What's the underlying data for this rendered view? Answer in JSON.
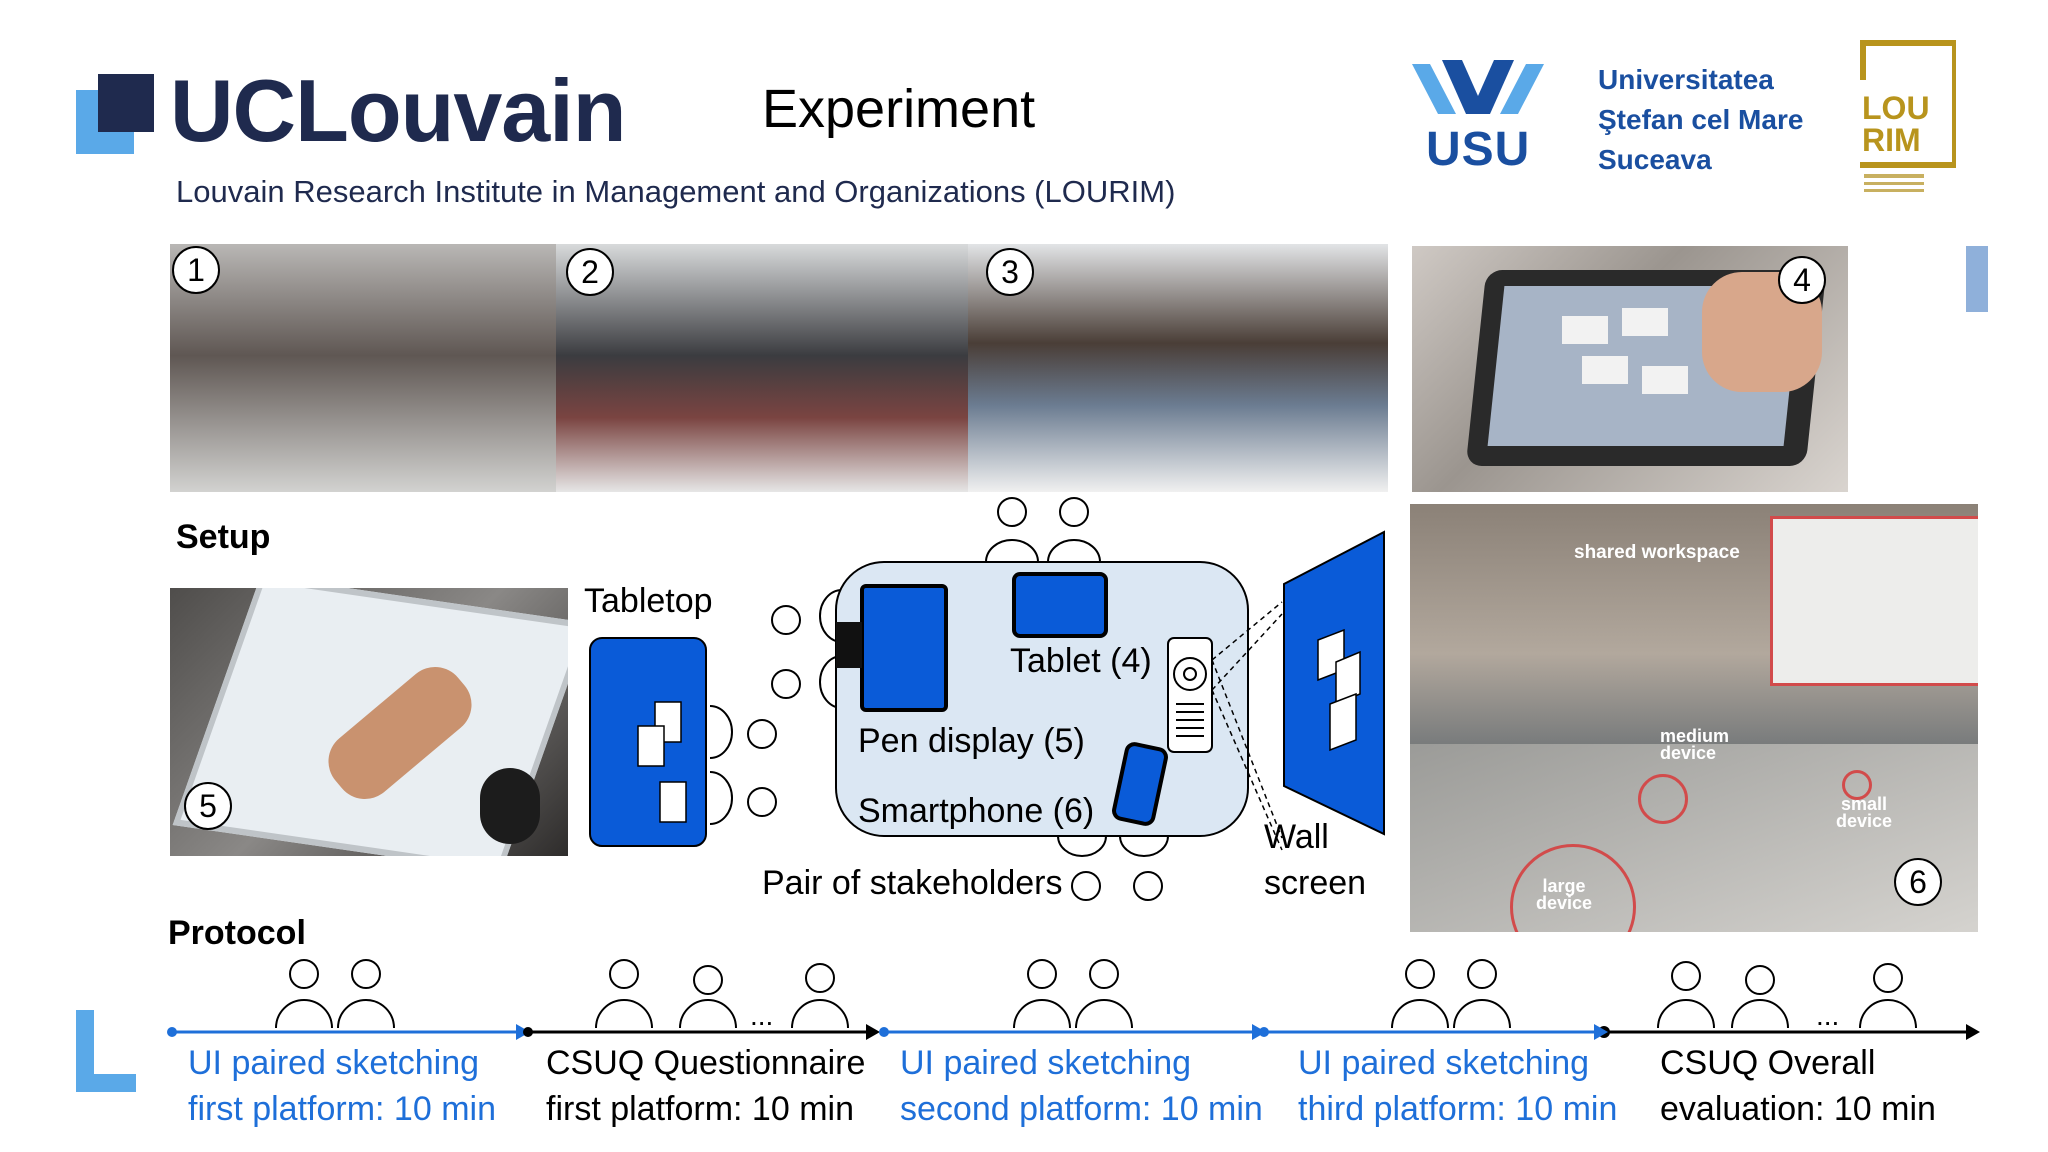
{
  "header": {
    "brand": "UCLouvain",
    "title": "Experiment",
    "subtitle": "Louvain Research Institute in Management and Organizations (LOURIM)",
    "usv_mark": "USU",
    "usv_lines": [
      "Universitatea",
      "Ştefan cel Mare",
      "Suceava"
    ],
    "lourim_lines": [
      "LOU",
      "RIM"
    ]
  },
  "photos": {
    "badges": [
      "1",
      "2",
      "3",
      "4",
      "5",
      "6"
    ],
    "photo6_labels": {
      "shared": "shared workspace",
      "medium_1": "medium",
      "medium_2": "device",
      "small_1": "small",
      "small_2": "device",
      "large_1": "large",
      "large_2": "device"
    }
  },
  "setup": {
    "heading": "Setup",
    "tabletop": "Tabletop",
    "tablet": "Tablet (4)",
    "pen_display": "Pen display (5)",
    "smartphone": "Smartphone (6)",
    "pair": "Pair of stakeholders",
    "wall_1": "Wall",
    "wall_2": "screen"
  },
  "protocol": {
    "heading": "Protocol",
    "steps": [
      {
        "line1": "UI paired sketching",
        "line2": "first platform: 10 min"
      },
      {
        "line1": "CSUQ Questionnaire",
        "line2": "first platform: 10 min"
      },
      {
        "line1": "UI paired sketching",
        "line2": "second platform: 10 min"
      },
      {
        "line1": "UI paired sketching",
        "line2": "third platform: 10 min"
      },
      {
        "line1": "CSUQ Overall",
        "line2": "evaluation: 10 min"
      }
    ],
    "ellipsis": "..."
  },
  "colors": {
    "accent_blue": "#1e6fd9",
    "device_blue": "#0a5bd8",
    "brand_navy": "#1f2a4e",
    "gold": "#b8941d"
  }
}
